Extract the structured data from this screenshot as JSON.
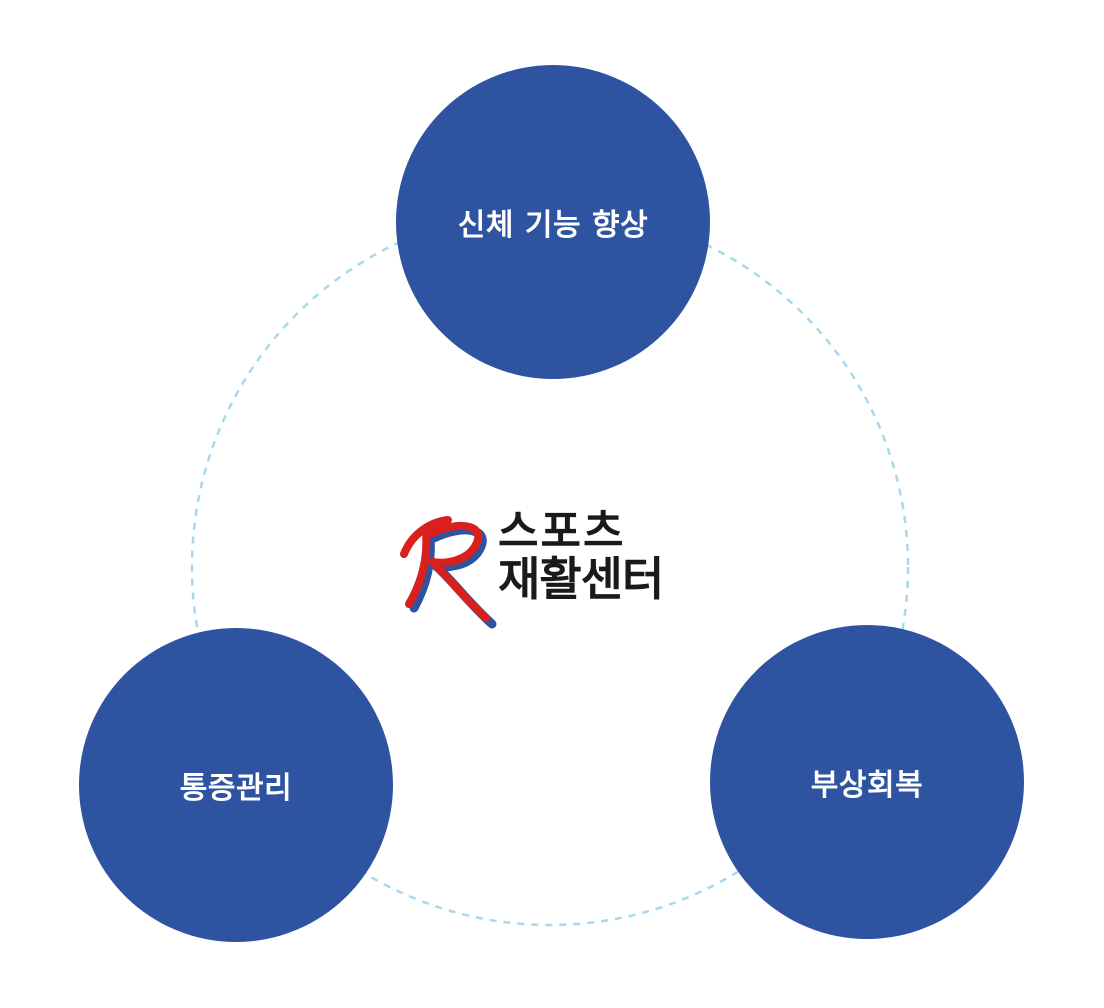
{
  "colors": {
    "node_fill": "#2d53a1",
    "ring_stroke": "#a9d8ee",
    "node_text": "#ffffff",
    "logo_text": "#1a1a1a",
    "logo_r_red": "#d9201e",
    "logo_r_blue": "#2d53a1"
  },
  "diagram": {
    "nodes": [
      {
        "id": "top",
        "label": "신체 기능 향상"
      },
      {
        "id": "left",
        "label": "통증관리"
      },
      {
        "id": "right",
        "label": "부상회복"
      }
    ]
  },
  "logo": {
    "name": "스포츠 재활센터",
    "line1": "스포츠",
    "line2": "재활센터"
  }
}
